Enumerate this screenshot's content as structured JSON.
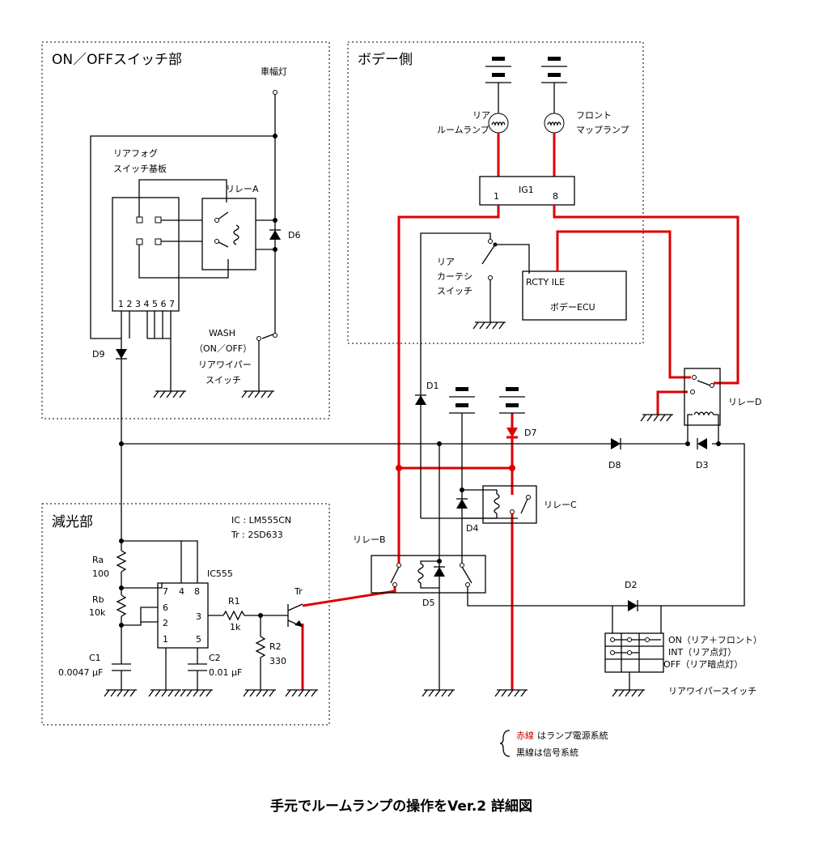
{
  "sections": {
    "switch_unit": "ON／OFFスイッチ部",
    "body_side": "ボデー側",
    "dimmer_unit": "減光部"
  },
  "labels": {
    "marker_lamp": "車幅灯",
    "rear_fog_board_1": "リアフォグ",
    "rear_fog_board_2": "スイッチ基板",
    "relay_a": "リレーA",
    "d6": "D6",
    "pins": "1 2 3 4 5 6 7",
    "d9": "D9",
    "wash_1": "WASH",
    "wash_2": "（ON／OFF）",
    "wash_3": "リアワイパー",
    "wash_4": "スイッチ",
    "rear_room_1": "リア",
    "rear_room_2": "ルームランプ",
    "front_map_1": "フロント",
    "front_map_2": "マップランプ",
    "ig1": "IG1",
    "ig1_pin1": "1",
    "ig1_pin8": "8",
    "courtesy_1": "リア",
    "courtesy_2": "カーテシ",
    "courtesy_3": "スイッチ",
    "ecu_pins": "RCTY  ILE",
    "ecu": "ボデーECU",
    "d1": "D1",
    "d7": "D7",
    "relay_d": "リレーD",
    "d8": "D8",
    "d3": "D3",
    "relay_c": "リレーC",
    "d4": "D4",
    "relay_b": "リレーB",
    "d5": "D5",
    "d2": "D2",
    "ic_spec": "IC : LM555CN",
    "tr_spec": "Tr : 2SD633",
    "ic555": "IC555",
    "ra": "Ra",
    "ra_val": "100",
    "rb": "Rb",
    "rb_val": "10k",
    "c1": "C1",
    "c1_val": "0.0047 μF",
    "c2": "C2",
    "c2_val": "0.01 μF",
    "r1": "R1",
    "r1_val": "1k",
    "r2": "R2",
    "r2_val": "330",
    "tr": "Tr",
    "ic_pin7": "7",
    "ic_pin4": "4",
    "ic_pin8": "8",
    "ic_pin6": "6",
    "ic_pin2": "2",
    "ic_pin3": "3",
    "ic_pin1": "1",
    "ic_pin5": "5",
    "sw_on": "ON（リア＋フロント）",
    "sw_int": "INT（リア点灯）",
    "sw_off": "OFF（リア暗点灯）",
    "rear_wiper_switch": "リアワイパースイッチ"
  },
  "legend": {
    "red_word": "赤線",
    "red_rest": "はランプ電源系統",
    "black": "黒線は信号系統"
  },
  "title": "手元でルームランプの操作をVer.2 詳細図",
  "colors": {
    "power_line": "#dd0000",
    "signal_line": "#000000"
  }
}
